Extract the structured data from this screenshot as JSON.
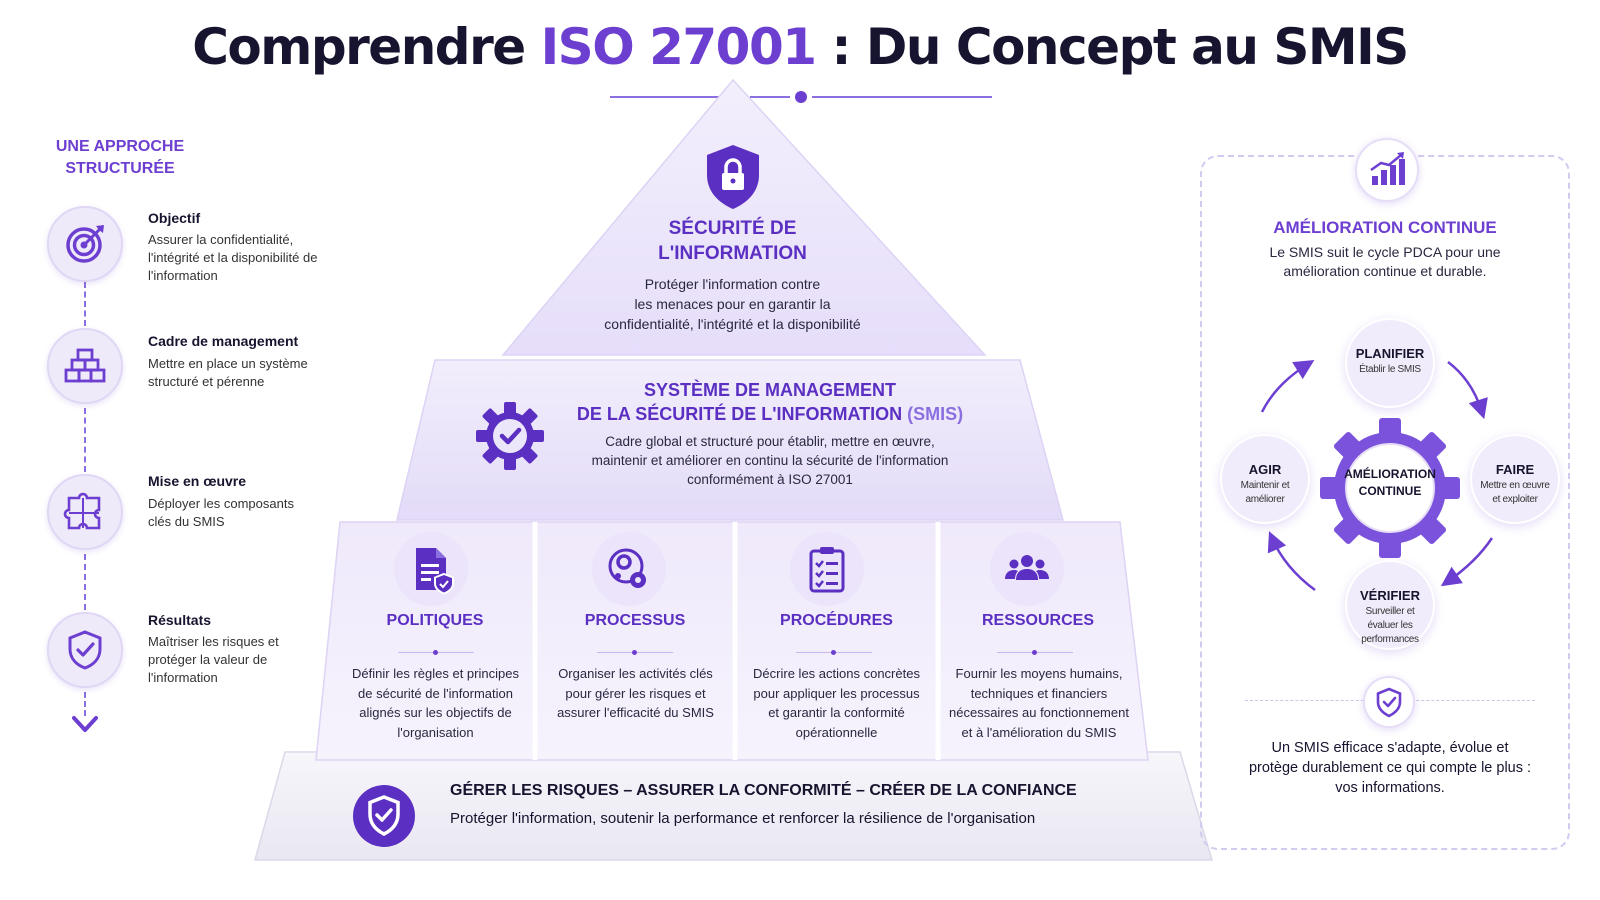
{
  "title": {
    "part1": "Comprendre ",
    "accent": "ISO 27001",
    "part2": " : Du Concept au SMIS"
  },
  "colors": {
    "accent": "#6d3fd1",
    "dark": "#16142e",
    "light_purple": "#efeaf9"
  },
  "left": {
    "heading": "UNE APPROCHE STRUCTURÉE",
    "steps": [
      {
        "title": "Objectif",
        "desc": "Assurer la confidentialité, l'intégrité et la disponibilité de l'information",
        "icon": "target-icon"
      },
      {
        "title": "Cadre de management",
        "desc": "Mettre en place un système structuré et pérenne",
        "icon": "blocks-icon"
      },
      {
        "title": "Mise en œuvre",
        "desc": "Déployer les composants clés du SMIS",
        "icon": "puzzle-icon"
      },
      {
        "title": "Résultats",
        "desc": "Maîtriser les risques et protéger la valeur de l'information",
        "icon": "shield-check-icon"
      }
    ]
  },
  "pyramid": {
    "top": {
      "title_line1": "SÉCURITÉ DE",
      "title_line2": "L'INFORMATION",
      "desc_line1": "Protéger l'information contre",
      "desc_line2": "les menaces pour en garantir la",
      "desc_line3": "confidentialité, l'intégrité et la disponibilité",
      "icon": "lock-shield-icon"
    },
    "middle": {
      "title_line1": "SYSTÈME DE MANAGEMENT",
      "title_line2": "DE LA SÉCURITÉ DE L'INFORMATION",
      "title_abbr": " (SMIS)",
      "desc_line1": "Cadre global et structuré pour établir, mettre en œuvre,",
      "desc_line2": "maintenir et améliorer en continu la sécurité de l'information",
      "desc_line3": "conformément à ISO 27001",
      "icon": "gear-check-icon"
    },
    "columns": [
      {
        "title": "POLITIQUES",
        "desc": "Définir les règles et principes de sécurité de l'information alignés sur les objectifs de l'organisation",
        "icon": "document-shield-icon"
      },
      {
        "title": "PROCESSUS",
        "desc": "Organiser les activités clés pour gérer les risques et assurer l'efficacité du SMIS",
        "icon": "gears-cycle-icon"
      },
      {
        "title": "PROCÉDURES",
        "desc": "Décrire les actions concrètes pour appliquer les processus et garantir la conformité opérationnelle",
        "icon": "checklist-icon"
      },
      {
        "title": "RESSOURCES",
        "desc": "Fournir les moyens humains, techniques et financiers nécessaires au fonctionnement et à l'amélioration du SMIS",
        "icon": "people-icon"
      }
    ],
    "base": {
      "title": "GÉRER LES RISQUES – ASSURER LA CONFORMITÉ – CRÉER DE LA CONFIANCE",
      "desc": "Protéger l'information, soutenir la performance et renforcer la résilience de l'organisation",
      "icon": "shield-check-icon"
    }
  },
  "right": {
    "title": "AMÉLIORATION CONTINUE",
    "desc": "Le SMIS suit le cycle PDCA pour une amélioration continue et durable.",
    "center_label_line1": "AMÉLIORATION",
    "center_label_line2": "CONTINUE",
    "phases": {
      "plan": {
        "name": "PLANIFIER",
        "desc": "Établir le SMIS"
      },
      "do": {
        "name": "FAIRE",
        "desc": "Mettre en œuvre et exploiter"
      },
      "check": {
        "name": "VÉRIFIER",
        "desc": "Surveiller et évaluer les performances"
      },
      "act": {
        "name": "AGIR",
        "desc": "Maintenir et améliorer"
      }
    },
    "final_text": "Un SMIS efficace s'adapte, évolue et protège durablement ce qui compte le plus : vos informations."
  }
}
